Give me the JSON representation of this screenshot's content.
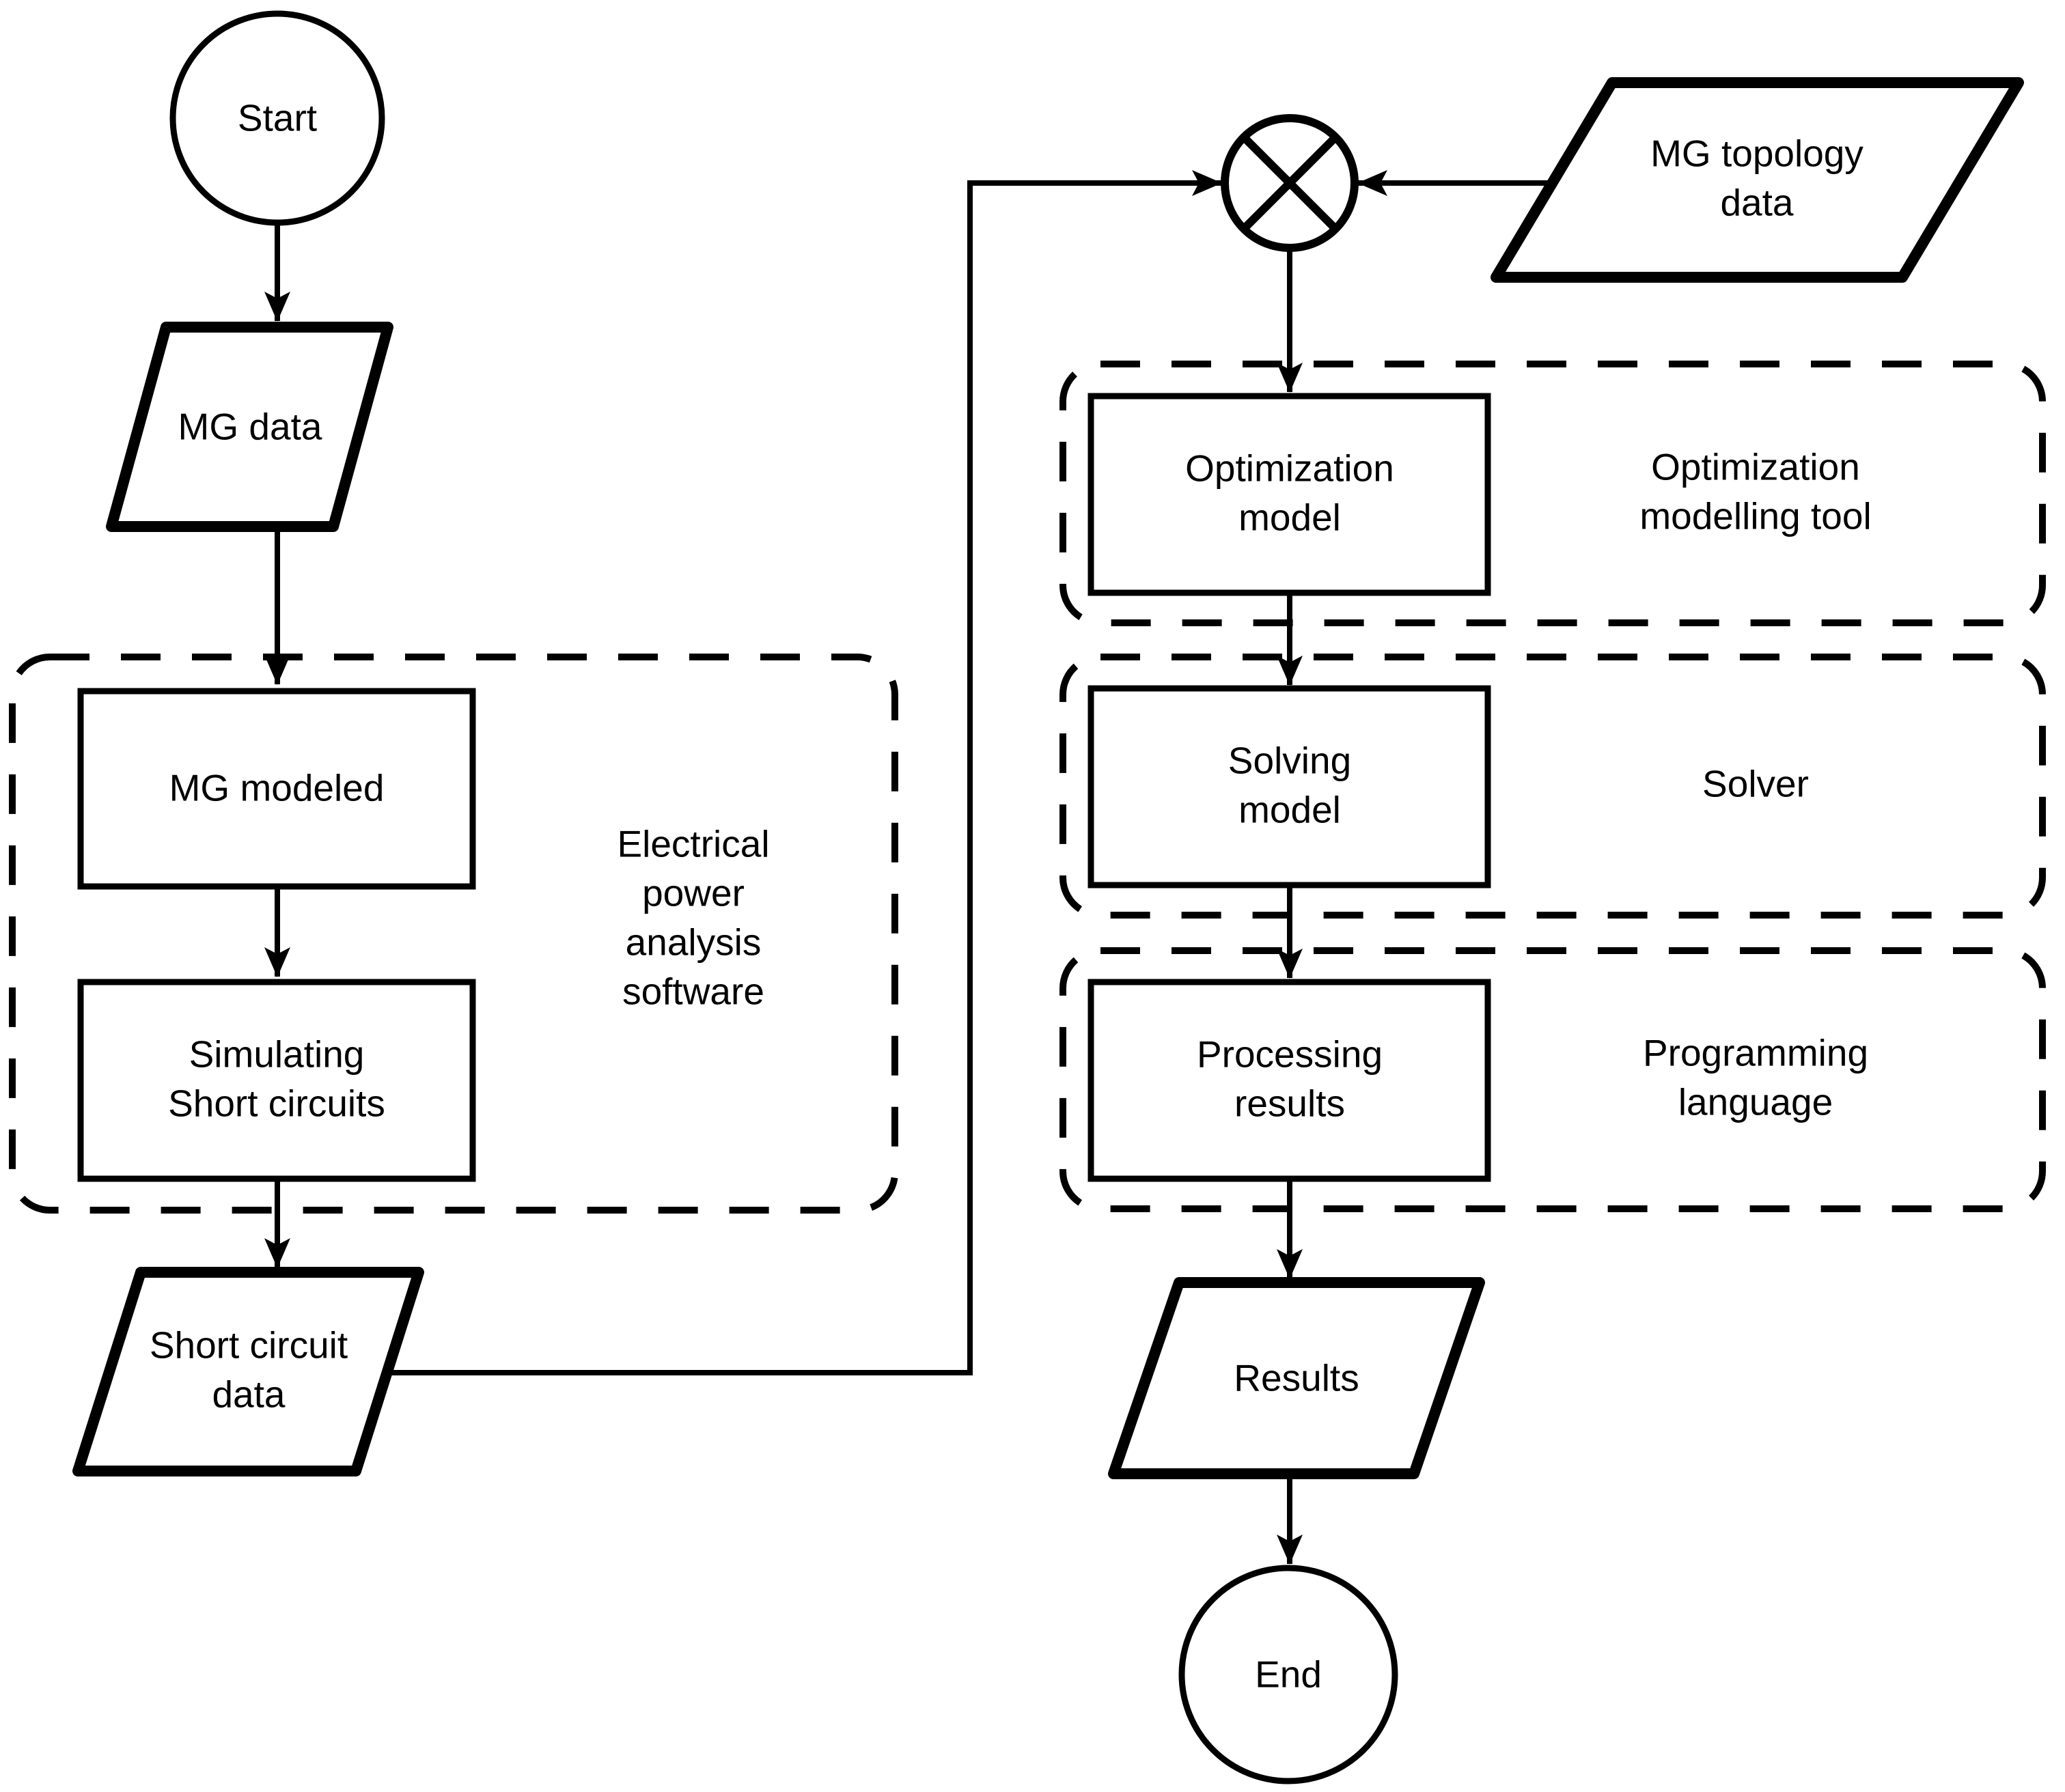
{
  "diagram": {
    "type": "flowchart",
    "background_color": "#ffffff",
    "line_color": "#000000",
    "text_color": "#000000",
    "nodes": {
      "start": {
        "shape": "circle",
        "label": "Start"
      },
      "mg_data": {
        "shape": "parallelogram",
        "label": "MG data"
      },
      "mg_modeled": {
        "shape": "rectangle",
        "label": "MG modeled"
      },
      "simulating_short_circuits": {
        "shape": "rectangle",
        "line1": "Simulating",
        "line2": "Short circuits"
      },
      "short_circuit_data": {
        "shape": "parallelogram",
        "line1": "Short circuit",
        "line2": "data"
      },
      "merge_junction": {
        "shape": "circle-with-cross",
        "label": ""
      },
      "mg_topology_data": {
        "shape": "parallelogram",
        "line1": "MG topology",
        "line2": "data"
      },
      "optimization_model": {
        "shape": "rectangle",
        "line1": "Optimization",
        "line2": "model"
      },
      "solving_model": {
        "shape": "rectangle",
        "line1": "Solving",
        "line2": "model"
      },
      "processing_results": {
        "shape": "rectangle",
        "line1": "Processing",
        "line2": "results"
      },
      "results": {
        "shape": "parallelogram",
        "label": "Results"
      },
      "end": {
        "shape": "circle",
        "label": "End"
      }
    },
    "containers": {
      "electrical_power_analysis_software": {
        "line1": "Electrical",
        "line2": "power",
        "line3": "analysis",
        "line4": "software"
      },
      "optimization_modelling_tool": {
        "line1": "Optimization",
        "line2": "modelling tool"
      },
      "solver": {
        "label": "Solver"
      },
      "programming_language": {
        "line1": "Programming",
        "line2": "language"
      }
    },
    "edges": [
      {
        "from": "start",
        "to": "mg_data"
      },
      {
        "from": "mg_data",
        "to": "mg_modeled"
      },
      {
        "from": "mg_modeled",
        "to": "simulating_short_circuits"
      },
      {
        "from": "simulating_short_circuits",
        "to": "short_circuit_data"
      },
      {
        "from": "short_circuit_data",
        "to": "merge_junction"
      },
      {
        "from": "mg_topology_data",
        "to": "merge_junction"
      },
      {
        "from": "merge_junction",
        "to": "optimization_model"
      },
      {
        "from": "optimization_model",
        "to": "solving_model"
      },
      {
        "from": "solving_model",
        "to": "processing_results"
      },
      {
        "from": "processing_results",
        "to": "results"
      },
      {
        "from": "results",
        "to": "end"
      }
    ]
  }
}
